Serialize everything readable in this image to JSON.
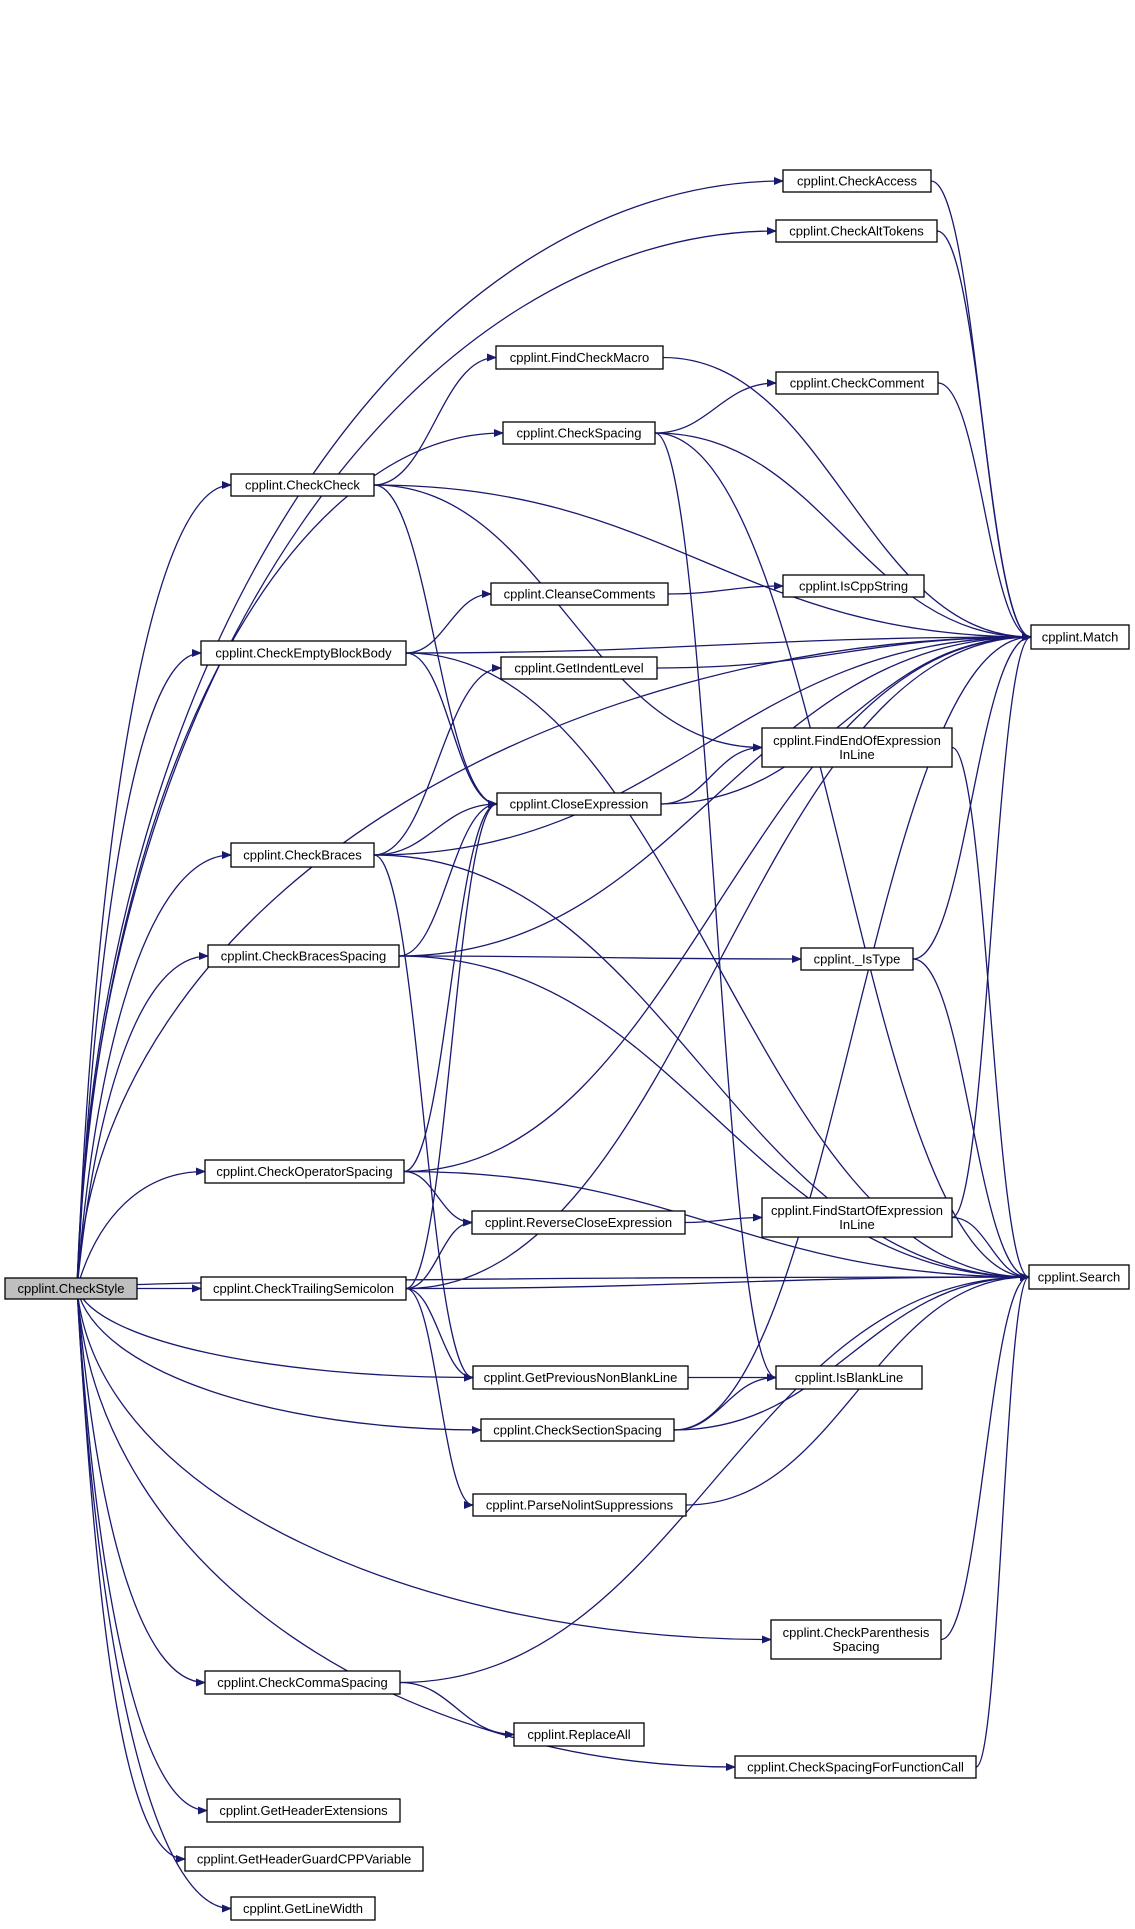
{
  "colors": {
    "edge": "#191970",
    "node_border": "#000000",
    "root_fill": "#bfbfbf",
    "node_fill": "#ffffff"
  },
  "nodes": [
    {
      "id": "CheckStyle",
      "lines": [
        "cpplint.CheckStyle"
      ],
      "root": true
    },
    {
      "id": "CheckAccess",
      "lines": [
        "cpplint.CheckAccess"
      ]
    },
    {
      "id": "CheckAltTokens",
      "lines": [
        "cpplint.CheckAltTokens"
      ]
    },
    {
      "id": "FindCheckMacro",
      "lines": [
        "cpplint.FindCheckMacro"
      ]
    },
    {
      "id": "CheckComment",
      "lines": [
        "cpplint.CheckComment"
      ]
    },
    {
      "id": "CheckSpacing",
      "lines": [
        "cpplint.CheckSpacing"
      ]
    },
    {
      "id": "CheckCheck",
      "lines": [
        "cpplint.CheckCheck"
      ]
    },
    {
      "id": "IsCppString",
      "lines": [
        "cpplint.IsCppString"
      ]
    },
    {
      "id": "CleanseComments",
      "lines": [
        "cpplint.CleanseComments"
      ]
    },
    {
      "id": "CheckEmptyBlockBody",
      "lines": [
        "cpplint.CheckEmptyBlockBody"
      ]
    },
    {
      "id": "Match",
      "lines": [
        "cpplint.Match"
      ]
    },
    {
      "id": "GetIndentLevel",
      "lines": [
        "cpplint.GetIndentLevel"
      ]
    },
    {
      "id": "FindEndOfExpressionInLine",
      "lines": [
        "cpplint.FindEndOfExpression",
        "InLine"
      ]
    },
    {
      "id": "CloseExpression",
      "lines": [
        "cpplint.CloseExpression"
      ]
    },
    {
      "id": "CheckBraces",
      "lines": [
        "cpplint.CheckBraces"
      ]
    },
    {
      "id": "CheckBracesSpacing",
      "lines": [
        "cpplint.CheckBracesSpacing"
      ]
    },
    {
      "id": "IsType",
      "lines": [
        "cpplint._IsType"
      ]
    },
    {
      "id": "CheckOperatorSpacing",
      "lines": [
        "cpplint.CheckOperatorSpacing"
      ]
    },
    {
      "id": "FindStartOfExpressionInLine",
      "lines": [
        "cpplint.FindStartOfExpression",
        "InLine"
      ]
    },
    {
      "id": "ReverseCloseExpression",
      "lines": [
        "cpplint.ReverseCloseExpression"
      ]
    },
    {
      "id": "CheckTrailingSemicolon",
      "lines": [
        "cpplint.CheckTrailingSemicolon"
      ]
    },
    {
      "id": "Search",
      "lines": [
        "cpplint.Search"
      ]
    },
    {
      "id": "GetPreviousNonBlankLine",
      "lines": [
        "cpplint.GetPreviousNonBlankLine"
      ]
    },
    {
      "id": "IsBlankLine",
      "lines": [
        "cpplint.IsBlankLine"
      ]
    },
    {
      "id": "CheckSectionSpacing",
      "lines": [
        "cpplint.CheckSectionSpacing"
      ]
    },
    {
      "id": "ParseNolintSuppressions",
      "lines": [
        "cpplint.ParseNolintSuppressions"
      ]
    },
    {
      "id": "CheckParenthesisSpacing",
      "lines": [
        "cpplint.CheckParenthesis",
        "Spacing"
      ]
    },
    {
      "id": "CheckCommaSpacing",
      "lines": [
        "cpplint.CheckCommaSpacing"
      ]
    },
    {
      "id": "ReplaceAll",
      "lines": [
        "cpplint.ReplaceAll"
      ]
    },
    {
      "id": "CheckSpacingForFunctionCall",
      "lines": [
        "cpplint.CheckSpacingForFunctionCall"
      ]
    },
    {
      "id": "GetHeaderExtensions",
      "lines": [
        "cpplint.GetHeaderExtensions"
      ]
    },
    {
      "id": "GetHeaderGuardCPPVariable",
      "lines": [
        "cpplint.GetHeaderGuardCPPVariable"
      ]
    },
    {
      "id": "GetLineWidth",
      "lines": [
        "cpplint.GetLineWidth"
      ]
    }
  ],
  "edges": [
    [
      "CheckStyle",
      "Match"
    ],
    [
      "CheckStyle",
      "CheckAccess"
    ],
    [
      "CheckStyle",
      "CheckAltTokens"
    ],
    [
      "CheckStyle",
      "CheckSpacing"
    ],
    [
      "CheckStyle",
      "CheckCheck"
    ],
    [
      "CheckStyle",
      "CheckEmptyBlockBody"
    ],
    [
      "CheckStyle",
      "CheckBraces"
    ],
    [
      "CheckStyle",
      "CheckBracesSpacing"
    ],
    [
      "CheckStyle",
      "CheckOperatorSpacing"
    ],
    [
      "CheckStyle",
      "CheckTrailingSemicolon"
    ],
    [
      "CheckStyle",
      "GetPreviousNonBlankLine"
    ],
    [
      "CheckStyle",
      "CheckSectionSpacing"
    ],
    [
      "CheckStyle",
      "Search"
    ],
    [
      "CheckStyle",
      "CheckParenthesisSpacing"
    ],
    [
      "CheckStyle",
      "CheckCommaSpacing"
    ],
    [
      "CheckStyle",
      "CheckSpacingForFunctionCall"
    ],
    [
      "CheckStyle",
      "GetHeaderExtensions"
    ],
    [
      "CheckStyle",
      "GetHeaderGuardCPPVariable"
    ],
    [
      "CheckStyle",
      "GetLineWidth"
    ],
    [
      "CheckAccess",
      "Match"
    ],
    [
      "CheckAltTokens",
      "Match"
    ],
    [
      "CheckCheck",
      "Match"
    ],
    [
      "CheckCheck",
      "FindCheckMacro"
    ],
    [
      "CheckCheck",
      "CloseExpression"
    ],
    [
      "CheckCheck",
      "FindEndOfExpressionInLine"
    ],
    [
      "FindCheckMacro",
      "Match"
    ],
    [
      "CheckSpacing",
      "CheckComment"
    ],
    [
      "CheckSpacing",
      "Match"
    ],
    [
      "CheckSpacing",
      "Search"
    ],
    [
      "CheckSpacing",
      "IsBlankLine"
    ],
    [
      "CheckComment",
      "Match"
    ],
    [
      "CheckEmptyBlockBody",
      "Match"
    ],
    [
      "CheckEmptyBlockBody",
      "CleanseComments"
    ],
    [
      "CheckEmptyBlockBody",
      "CloseExpression"
    ],
    [
      "CheckEmptyBlockBody",
      "Search"
    ],
    [
      "CleanseComments",
      "IsCppString"
    ],
    [
      "GetIndentLevel",
      "Match"
    ],
    [
      "CloseExpression",
      "FindEndOfExpressionInLine"
    ],
    [
      "CloseExpression",
      "Match"
    ],
    [
      "FindEndOfExpressionInLine",
      "Search"
    ],
    [
      "CheckBraces",
      "GetIndentLevel"
    ],
    [
      "CheckBraces",
      "Match"
    ],
    [
      "CheckBraces",
      "CloseExpression"
    ],
    [
      "CheckBraces",
      "Search"
    ],
    [
      "CheckBraces",
      "GetPreviousNonBlankLine"
    ],
    [
      "CheckBracesSpacing",
      "CloseExpression"
    ],
    [
      "CheckBracesSpacing",
      "Match"
    ],
    [
      "CheckBracesSpacing",
      "IsType"
    ],
    [
      "CheckBracesSpacing",
      "Search"
    ],
    [
      "IsType",
      "Match"
    ],
    [
      "IsType",
      "Search"
    ],
    [
      "CheckOperatorSpacing",
      "CloseExpression"
    ],
    [
      "CheckOperatorSpacing",
      "Match"
    ],
    [
      "CheckOperatorSpacing",
      "Search"
    ],
    [
      "CheckOperatorSpacing",
      "ReverseCloseExpression"
    ],
    [
      "ReverseCloseExpression",
      "FindStartOfExpressionInLine"
    ],
    [
      "FindStartOfExpressionInLine",
      "Match"
    ],
    [
      "FindStartOfExpressionInLine",
      "Search"
    ],
    [
      "CheckTrailingSemicolon",
      "CloseExpression"
    ],
    [
      "CheckTrailingSemicolon",
      "ReverseCloseExpression"
    ],
    [
      "CheckTrailingSemicolon",
      "Match"
    ],
    [
      "CheckTrailingSemicolon",
      "Search"
    ],
    [
      "CheckTrailingSemicolon",
      "GetPreviousNonBlankLine"
    ],
    [
      "CheckTrailingSemicolon",
      "ParseNolintSuppressions"
    ],
    [
      "GetPreviousNonBlankLine",
      "IsBlankLine"
    ],
    [
      "CheckSectionSpacing",
      "IsBlankLine"
    ],
    [
      "CheckSectionSpacing",
      "Match"
    ],
    [
      "CheckSectionSpacing",
      "Search"
    ],
    [
      "ParseNolintSuppressions",
      "Search"
    ],
    [
      "CheckParenthesisSpacing",
      "Search"
    ],
    [
      "CheckCommaSpacing",
      "Search"
    ],
    [
      "CheckCommaSpacing",
      "ReplaceAll"
    ],
    [
      "CheckSpacingForFunctionCall",
      "Search"
    ]
  ]
}
